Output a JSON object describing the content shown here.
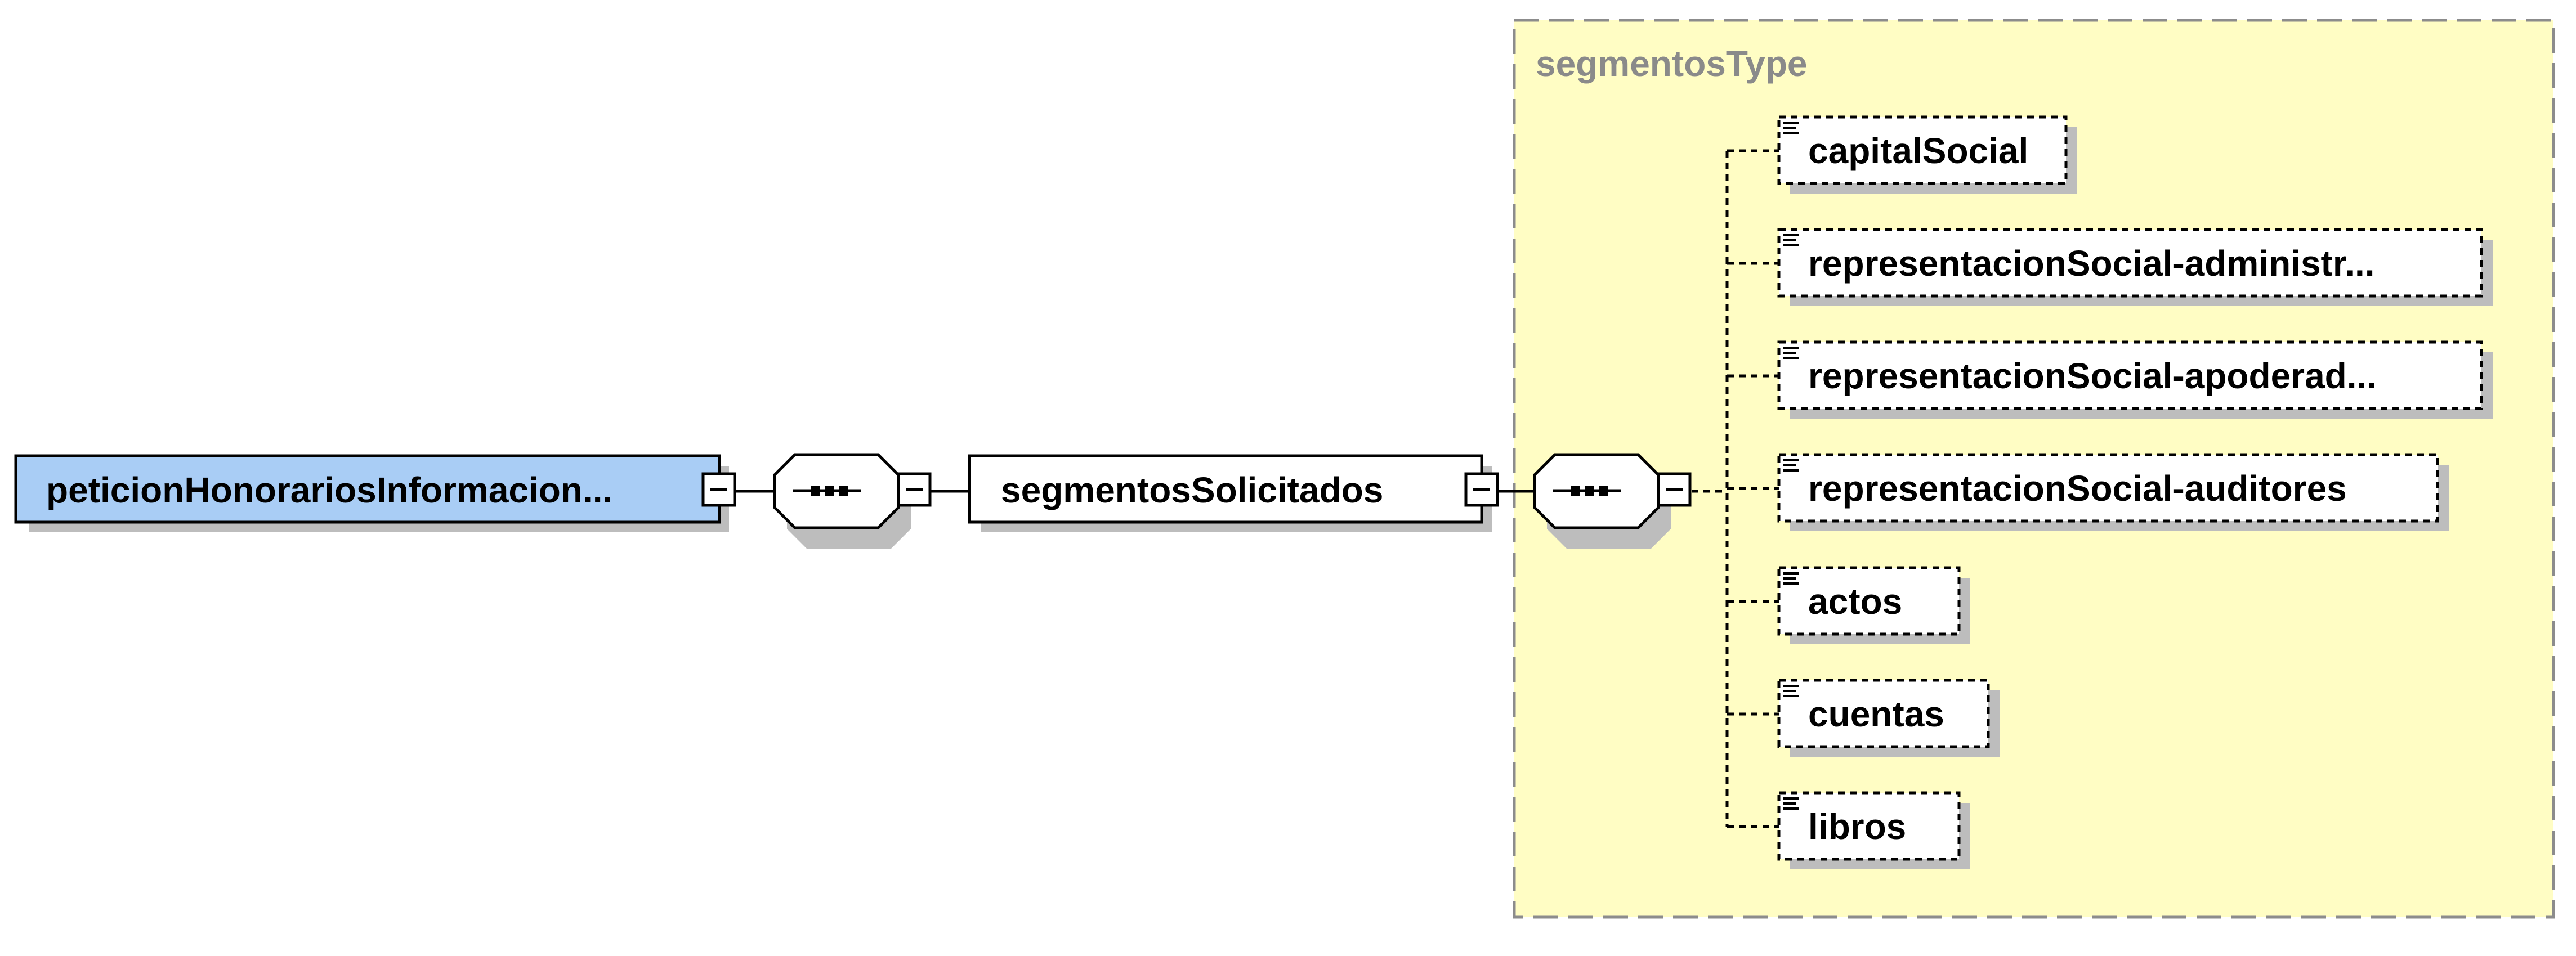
{
  "diagram": {
    "root_element": {
      "label": "peticionHonorariosInformacion...",
      "collapse_symbol": "−"
    },
    "root_sequence": {
      "collapse_symbol": "−"
    },
    "child_element": {
      "label": "segmentosSolicitados",
      "collapse_symbol": "−"
    },
    "type_group": {
      "label": "segmentosType"
    },
    "type_sequence": {
      "collapse_symbol": "−"
    },
    "type_children": [
      {
        "label": "capitalSocial",
        "optional": true
      },
      {
        "label": "representacionSocial-administr...",
        "optional": true
      },
      {
        "label": "representacionSocial-apoderad...",
        "optional": true
      },
      {
        "label": "representacionSocial-auditores",
        "optional": true
      },
      {
        "label": "actos",
        "optional": true
      },
      {
        "label": "cuentas",
        "optional": true
      },
      {
        "label": "libros",
        "optional": true
      }
    ]
  },
  "colors": {
    "root_fill": "#a9cdf5",
    "type_group_fill": "#fffdc4",
    "type_group_border": "#8c8c8c",
    "type_label": "#8a8a8a",
    "shadow": "#bdbdbd",
    "stroke": "#000000"
  }
}
